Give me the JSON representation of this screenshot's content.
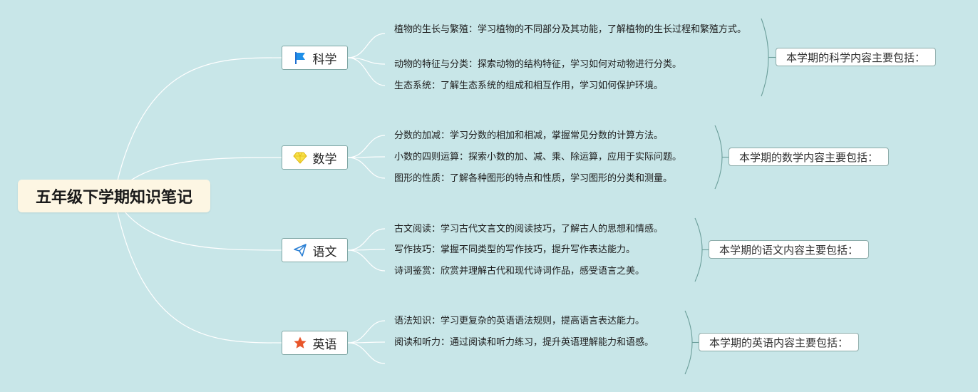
{
  "root": {
    "title": "五年级下学期知识笔记"
  },
  "colors": {
    "background": "#c8e6e8",
    "root_fill": "#fdf6e3",
    "link": "#ffffff",
    "bracket": "#6b9e9a"
  },
  "branches": [
    {
      "label": "科学",
      "icon": "flag-icon",
      "summary": "本学期的科学内容主要包括：",
      "items": [
        {
          "text": "植物的生长与繁殖：学习植物的不同部分及其功能，了解植物的生长过程和繁殖方式。"
        },
        {
          "text": "动物的特征与分类：探索动物的结构特征，学习如何对动物进行分类。"
        },
        {
          "text": "生态系统：了解生态系统的组成和相互作用，学习如何保护环境。"
        }
      ]
    },
    {
      "label": "数学",
      "icon": "diamond-icon",
      "summary": "本学期的数学内容主要包括：",
      "items": [
        {
          "text": "分数的加减：学习分数的相加和相减，掌握常见分数的计算方法。"
        },
        {
          "text": "小数的四则运算：探索小数的加、减、乘、除运算，应用于实际问题。"
        },
        {
          "text": "图形的性质：了解各种图形的特点和性质，学习图形的分类和测量。"
        }
      ]
    },
    {
      "label": "语文",
      "icon": "paper-plane-icon",
      "summary": "本学期的语文内容主要包括：",
      "items": [
        {
          "text": "古文阅读：学习古代文言文的阅读技巧，了解古人的思想和情感。"
        },
        {
          "text": "写作技巧：掌握不同类型的写作技巧，提升写作表达能力。"
        },
        {
          "text": "诗词鉴赏：欣赏并理解古代和现代诗词作品，感受语言之美。"
        }
      ]
    },
    {
      "label": "英语",
      "icon": "star-icon",
      "summary": "本学期的英语内容主要包括：",
      "items": [
        {
          "text": "语法知识：学习更复杂的英语语法规则，提高语言表达能力。"
        },
        {
          "text": "阅读和听力：通过阅读和听力练习，提升英语理解能力和语感。"
        },
        {
          "text": ""
        }
      ]
    }
  ]
}
